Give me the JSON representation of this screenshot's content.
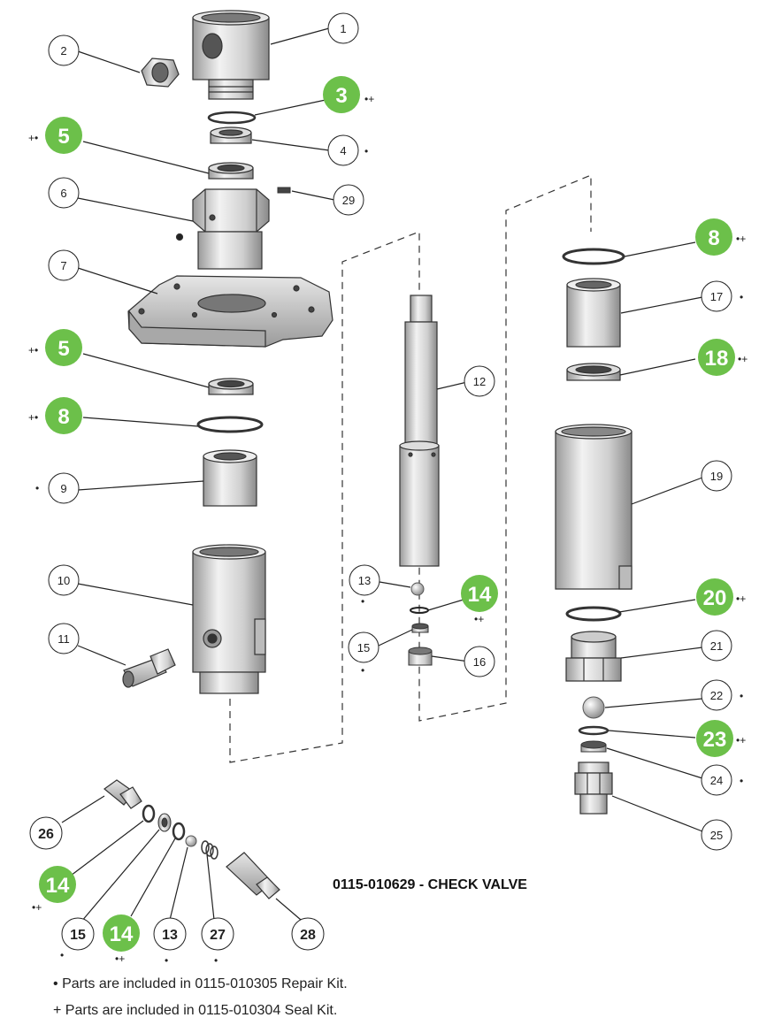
{
  "title": "0115-010629 - CHECK VALVE",
  "legend": [
    {
      "symbol": "•",
      "text": "Parts are included in 0115-010305 Repair Kit."
    },
    {
      "symbol": "+",
      "text": "Parts are included in 0115-010304 Seal Kit."
    }
  ],
  "colors": {
    "highlight": "#6cc04a",
    "part_fill": "#d9d9d9",
    "line": "#222222"
  },
  "callouts": {
    "c1": {
      "label": "1",
      "marker": ""
    },
    "c2": {
      "label": "2",
      "marker": ""
    },
    "c3": {
      "label": "3",
      "marker": "•+"
    },
    "c4": {
      "label": "4",
      "marker": "•"
    },
    "c5a": {
      "label": "5",
      "marker": "+•"
    },
    "c6": {
      "label": "6",
      "marker": ""
    },
    "c29": {
      "label": "29",
      "marker": ""
    },
    "c7": {
      "label": "7",
      "marker": ""
    },
    "c5b": {
      "label": "5",
      "marker": "+•"
    },
    "c8a": {
      "label": "8",
      "marker": "+•"
    },
    "c9": {
      "label": "9",
      "marker": "•"
    },
    "c10": {
      "label": "10",
      "marker": ""
    },
    "c11": {
      "label": "11",
      "marker": ""
    },
    "c12": {
      "label": "12",
      "marker": ""
    },
    "c13a": {
      "label": "13",
      "marker": "•"
    },
    "c14a": {
      "label": "14",
      "marker": "•+"
    },
    "c15a": {
      "label": "15",
      "marker": "•"
    },
    "c16": {
      "label": "16",
      "marker": ""
    },
    "c8b": {
      "label": "8",
      "marker": "•+"
    },
    "c17": {
      "label": "17",
      "marker": "•"
    },
    "c18": {
      "label": "18",
      "marker": "•+"
    },
    "c19": {
      "label": "19",
      "marker": ""
    },
    "c20": {
      "label": "20",
      "marker": "•+"
    },
    "c21": {
      "label": "21",
      "marker": ""
    },
    "c22": {
      "label": "22",
      "marker": "•"
    },
    "c23": {
      "label": "23",
      "marker": "•+"
    },
    "c24": {
      "label": "24",
      "marker": "•"
    },
    "c25": {
      "label": "25",
      "marker": ""
    },
    "c26": {
      "label": "26",
      "marker": ""
    },
    "c14b": {
      "label": "14",
      "marker": "•+"
    },
    "c15b": {
      "label": "15",
      "marker": "•"
    },
    "c14c": {
      "label": "14",
      "marker": "•+"
    },
    "c13b": {
      "label": "13",
      "marker": "•"
    },
    "c27": {
      "label": "27",
      "marker": "•"
    },
    "c28": {
      "label": "28",
      "marker": ""
    }
  }
}
